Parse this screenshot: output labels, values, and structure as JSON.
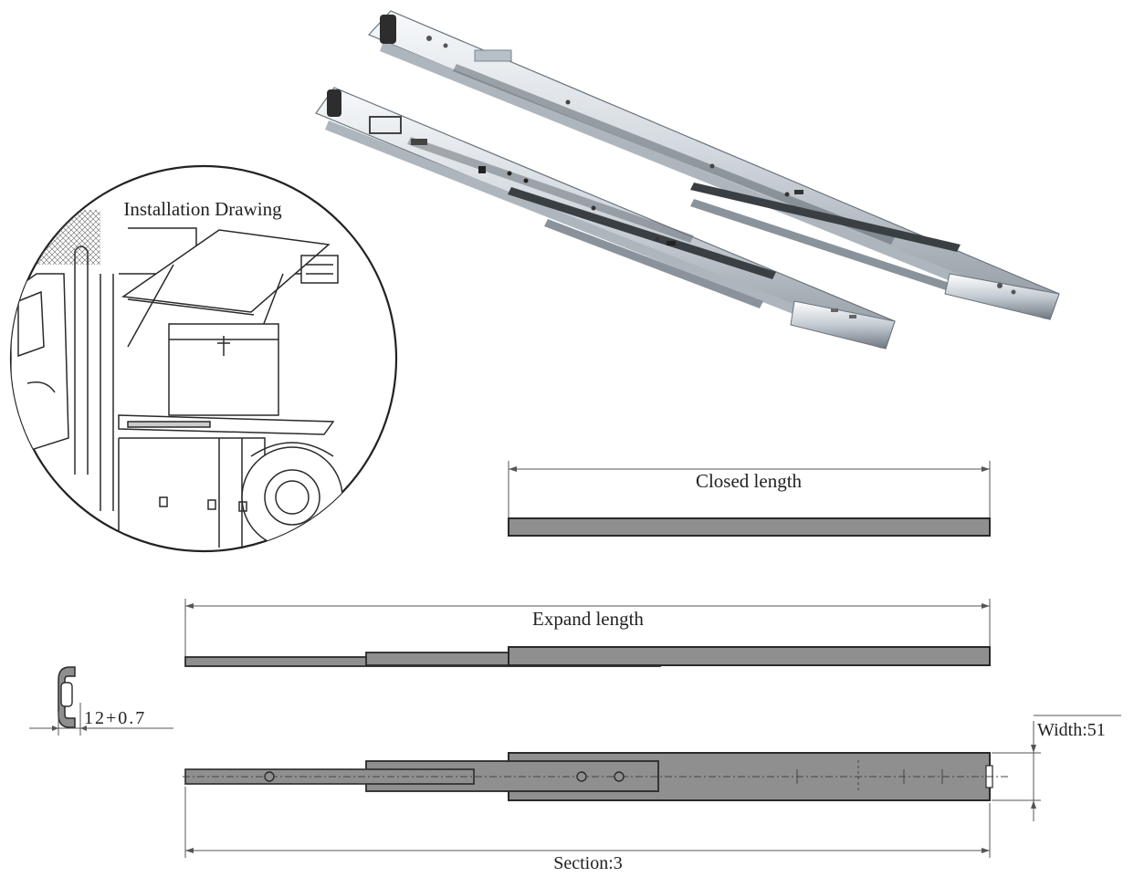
{
  "installation": {
    "title": "Installation Drawing"
  },
  "dimensions": {
    "closed_label": "Closed length",
    "expand_label": "Expand  length",
    "section_label": "Section:3",
    "width_label": "Width:51",
    "profile_label": "12+0.7"
  },
  "colors": {
    "rail_fill": "#8f8f8f",
    "rail_stroke": "#2a2a2a",
    "dim_line": "#555555",
    "steel_light": "#eef1f5",
    "steel_mid": "#c9cfd6",
    "steel_dark": "#7d868f"
  }
}
